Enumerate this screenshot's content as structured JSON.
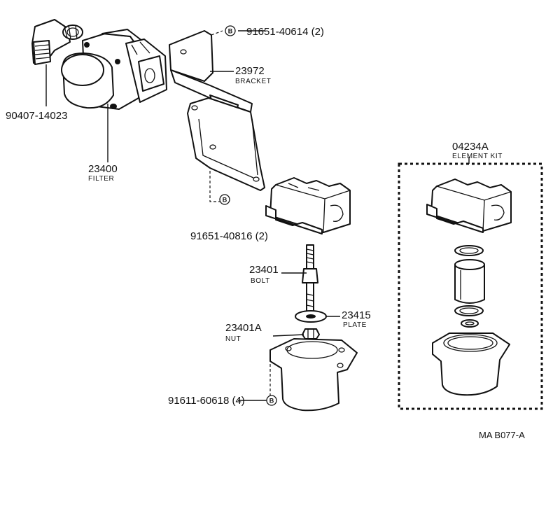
{
  "labels": {
    "elbow": {
      "number": "90407-14023"
    },
    "filter": {
      "number": "23400",
      "name": "FILTER"
    },
    "screw_top": {
      "number": "91651-40614 (2)",
      "badge": "B"
    },
    "bracket": {
      "number": "23972",
      "name": "BRACKET"
    },
    "screw_bottom": {
      "number": "91651-40816 (2)",
      "badge": "B"
    },
    "element_kit": {
      "number": "04234A",
      "name": "ELEMENT KIT"
    },
    "bolt": {
      "number": "23401",
      "name": "BOLT"
    },
    "plate": {
      "number": "23415",
      "name": "PLATE"
    },
    "nut": {
      "number": "23401A",
      "name": "NUT"
    },
    "bowl_screw": {
      "number": "91611-60618 (4)",
      "badge": "B"
    }
  },
  "diagram_code": "MA  B077-A"
}
